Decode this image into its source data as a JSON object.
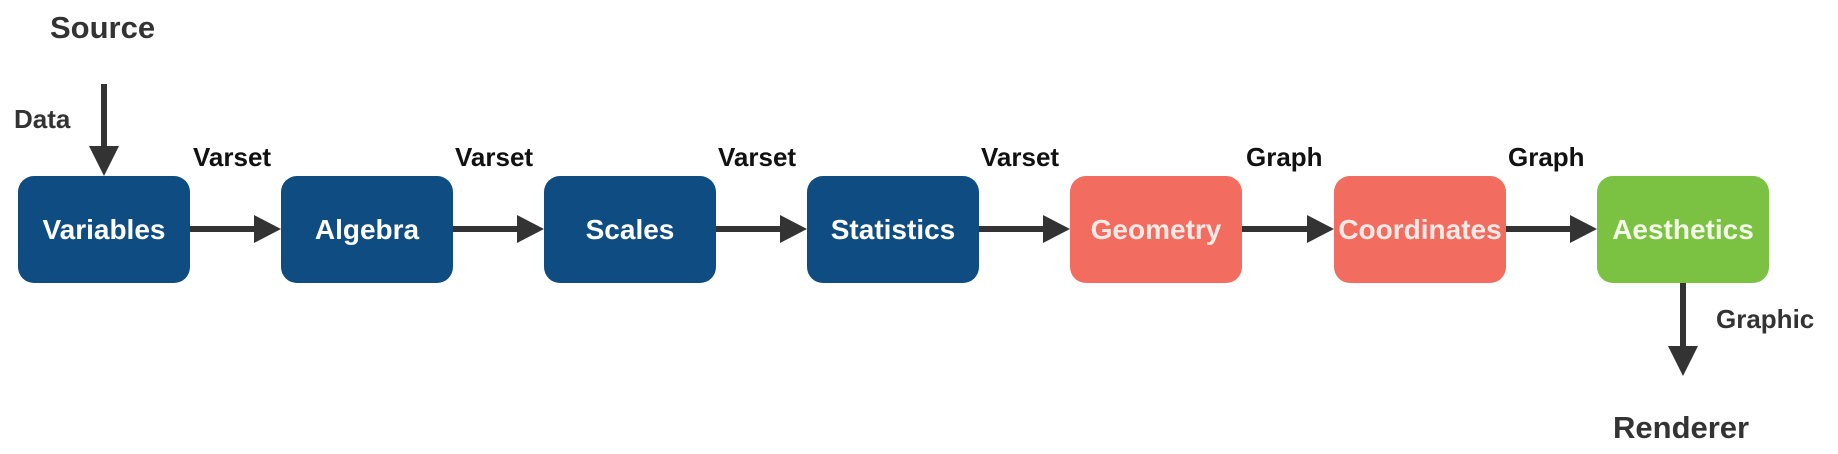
{
  "source_label": "Source",
  "data_label": "Data",
  "renderer_label": "Renderer",
  "graphic_label": "Graphic",
  "nodes": [
    {
      "label": "Variables",
      "color": "#0f4c81"
    },
    {
      "label": "Algebra",
      "color": "#0f4c81"
    },
    {
      "label": "Scales",
      "color": "#0f4c81"
    },
    {
      "label": "Statistics",
      "color": "#0f4c81"
    },
    {
      "label": "Geometry",
      "color": "#f26c5f"
    },
    {
      "label": "Coordinates",
      "color": "#f26c5f"
    },
    {
      "label": "Aesthetics",
      "color": "#7bc242"
    }
  ],
  "edge_labels": [
    "Varset",
    "Varset",
    "Varset",
    "Varset",
    "Graph",
    "Graph"
  ],
  "arrow_color": "#333333"
}
